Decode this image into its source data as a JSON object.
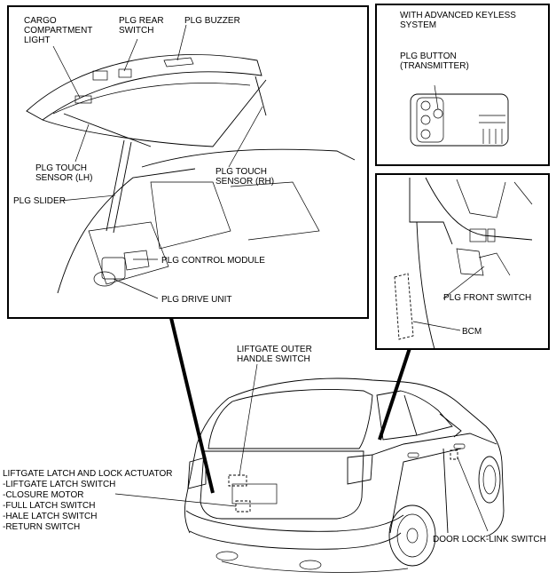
{
  "labels": {
    "cargo_light": [
      "CARGO",
      "COMPARTMENT",
      "LIGHT"
    ],
    "plg_rear_switch": [
      "PLG REAR",
      "SWITCH"
    ],
    "plg_buzzer": "PLG BUZZER",
    "plg_touch_lh": [
      "PLG TOUCH",
      "SENSOR (LH)"
    ],
    "plg_touch_rh": [
      "PLG TOUCH",
      "SENSOR (RH)"
    ],
    "plg_slider": "PLG SLIDER",
    "plg_control_module": "PLG CONTROL MODULE",
    "plg_drive_unit": "PLG DRIVE UNIT",
    "keyless_system": [
      "WITH ADVANCED KEYLESS",
      "SYSTEM"
    ],
    "plg_button": [
      "PLG BUTTON",
      "(TRANSMITTER)"
    ],
    "plg_front_switch": "PLG FRONT SWITCH",
    "bcm": "BCM",
    "outer_handle": [
      "LIFTGATE OUTER",
      "HANDLE SWITCH"
    ],
    "latch_actuator": [
      "LIFTGATE LATCH AND LOCK ACTUATOR",
      "-LIFTGATE LATCH SWITCH",
      "-CLOSURE MOTOR",
      "-FULL LATCH SWITCH",
      "-HALE LATCH SWITCH",
      "-RETURN SWITCH"
    ],
    "door_lock_link": "DOOR LOCK-LINK SWITCH"
  }
}
